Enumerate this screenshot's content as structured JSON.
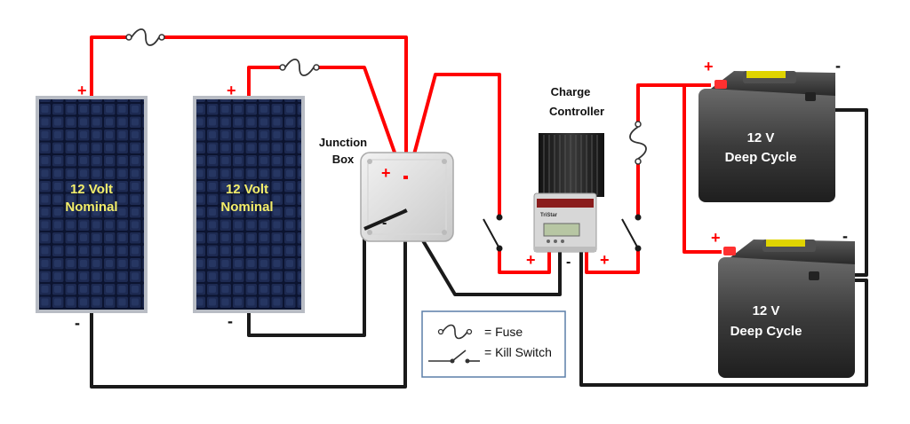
{
  "colors": {
    "positive_wire": "#ff0000",
    "negative_wire": "#1a1a1a",
    "panel_text": "#f4ee6a",
    "legend_border": "#5b7fa8"
  },
  "panels": [
    {
      "label_line1": "12 Volt",
      "label_line2": "Nominal",
      "plus": "+",
      "minus": "-"
    },
    {
      "label_line1": "12 Volt",
      "label_line2": "Nominal",
      "plus": "+",
      "minus": "-"
    }
  ],
  "junction_box": {
    "label_line1": "Junction",
    "label_line2": "Box",
    "plus": "+",
    "minus": "-"
  },
  "charge_controller": {
    "label_line1": "Charge",
    "label_line2": "Controller",
    "brand": "TriStar",
    "in_plus": "+",
    "in_minus": "-",
    "out_plus": "+"
  },
  "batteries": [
    {
      "label_line1": "12 V",
      "label_line2": "Deep Cycle",
      "plus": "+",
      "minus": "-"
    },
    {
      "label_line1": "12 V",
      "label_line2": "Deep Cycle",
      "plus": "+",
      "minus": "-"
    }
  ],
  "legend": {
    "fuse_label": "= Fuse",
    "switch_label": "= Kill Switch"
  }
}
